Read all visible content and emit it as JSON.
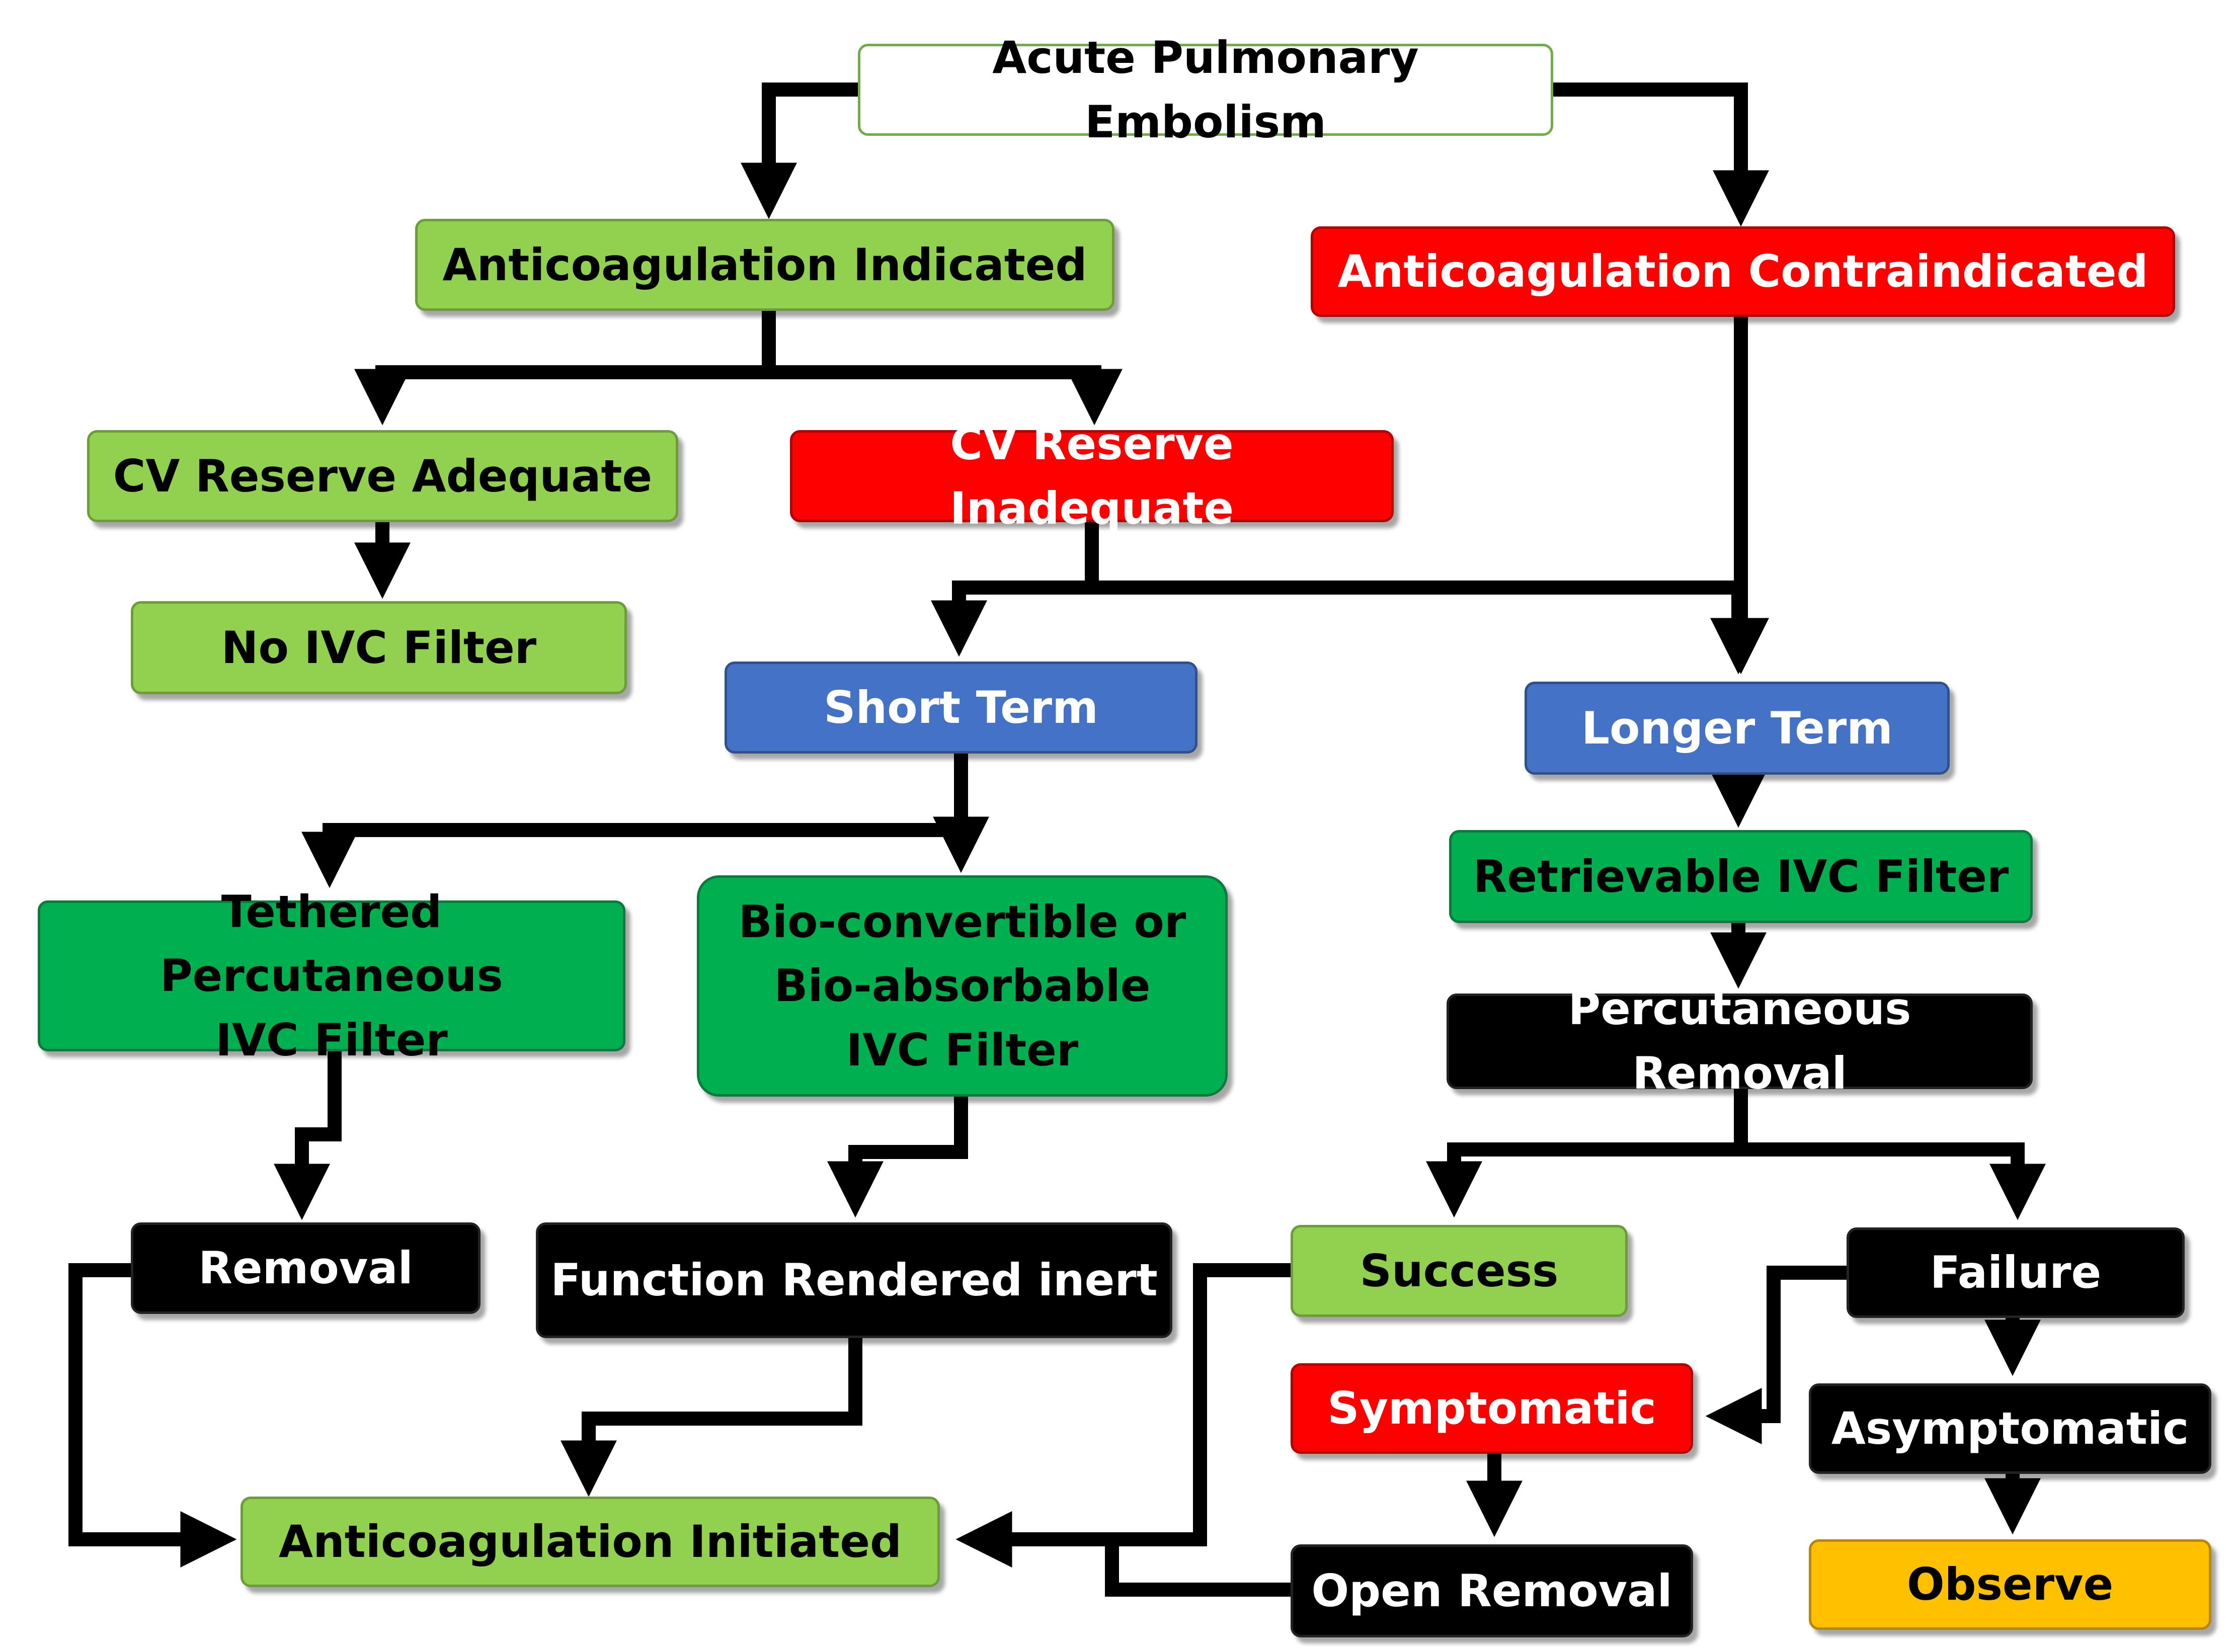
{
  "nodes": {
    "acute_pe": "Acute Pulmonary Embolism",
    "anticoag_indicated": "Anticoagulation Indicated",
    "anticoag_contraindicated": "Anticoagulation Contraindicated",
    "cv_reserve_adequate": "CV Reserve Adequate",
    "cv_reserve_inadequate": "CV Reserve Inadequate",
    "no_ivc_filter": "No IVC Filter",
    "short_term": "Short Term",
    "longer_term": "Longer Term",
    "retrievable_ivc_filter": "Retrievable IVC Filter",
    "tethered_filter": "Tethered Percutaneous\nIVC Filter",
    "bio_filter": "Bio-convertible or\nBio-absorbable\nIVC Filter",
    "percutaneous_removal": "Percutaneous Removal",
    "removal": "Removal",
    "function_inert": "Function Rendered inert",
    "success": "Success",
    "failure": "Failure",
    "symptomatic": "Symptomatic",
    "asymptomatic": "Asymptomatic",
    "anticoag_initiated": "Anticoagulation Initiated",
    "open_removal": "Open Removal",
    "observe": "Observe"
  },
  "colors": {
    "light_green": "#92d050",
    "dark_green": "#00b050",
    "red": "#ff0000",
    "blue": "#4472c4",
    "black": "#000000",
    "gold": "#ffc000",
    "connector": "#000000"
  }
}
